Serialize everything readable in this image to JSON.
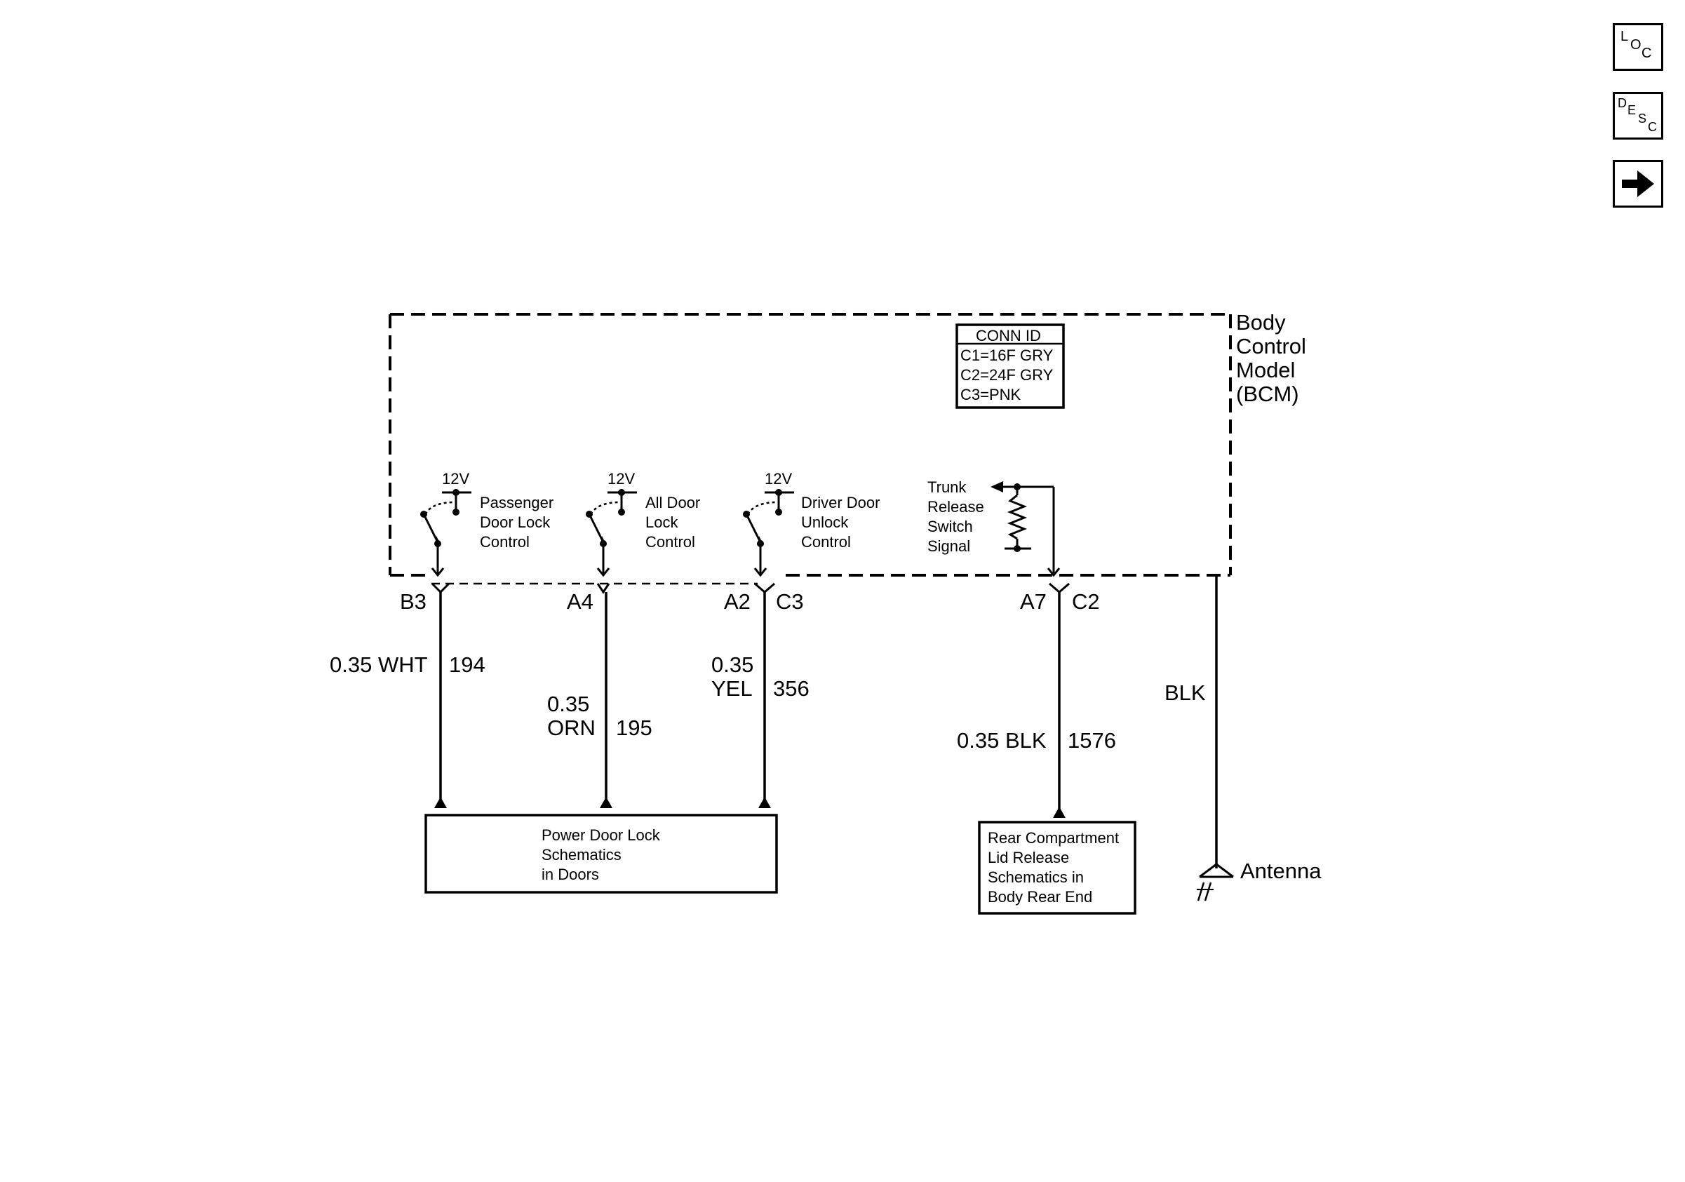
{
  "nav": {
    "loc": [
      "L",
      "O",
      "C"
    ],
    "desc": [
      "D",
      "E",
      "S",
      "C"
    ]
  },
  "module": {
    "name_lines": [
      "Body",
      "Control",
      "Model",
      "(BCM)"
    ]
  },
  "conn_id": {
    "header": "CONN ID",
    "rows": [
      "C1=16F GRY",
      "C2=24F GRY",
      "C3=PNK"
    ]
  },
  "switches": [
    {
      "voltage": "12V",
      "label": [
        "Passenger",
        "Door Lock",
        "Control"
      ]
    },
    {
      "voltage": "12V",
      "label": [
        "All Door",
        "Lock",
        "Control"
      ]
    },
    {
      "voltage": "12V",
      "label": [
        "Driver Door",
        "Unlock",
        "Control"
      ]
    }
  ],
  "trunk_signal": {
    "label": [
      "Trunk",
      "Release",
      "Switch",
      "Signal"
    ]
  },
  "pins": [
    "B3",
    "A4",
    "A2",
    "C3",
    "A7",
    "C2"
  ],
  "wires": [
    {
      "gauge_color": [
        "0.35 WHT"
      ],
      "circuit": "194"
    },
    {
      "gauge_color": [
        "0.35",
        "ORN"
      ],
      "circuit": "195"
    },
    {
      "gauge_color": [
        "0.35",
        "YEL"
      ],
      "circuit": "356"
    },
    {
      "gauge_color": [
        "0.35 BLK"
      ],
      "circuit": "1576"
    }
  ],
  "ground_wire": {
    "color": "BLK"
  },
  "boxes": {
    "power_door_lock": [
      "Power Door Lock",
      "Schematics",
      "in Doors"
    ],
    "rear_compartment": [
      "Rear Compartment",
      "Lid Release",
      "Schematics in",
      "Body Rear End"
    ]
  },
  "antenna": {
    "label": "Antenna"
  }
}
